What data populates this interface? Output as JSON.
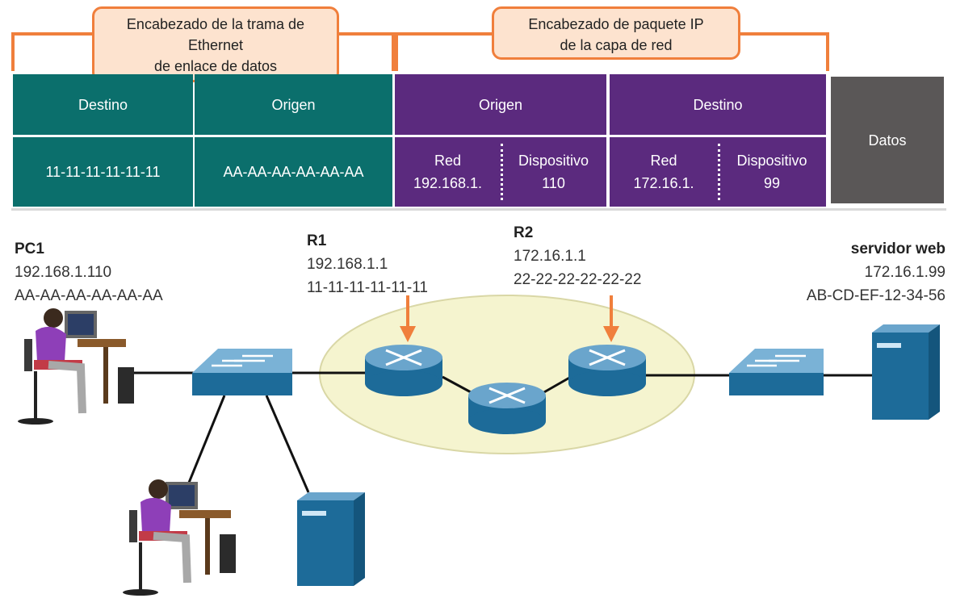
{
  "callouts": {
    "ethernet": "Encabezado de la trama de\nEthernet\nde enlace de datos",
    "ip": "Encabezado de paquete IP\nde la capa de red"
  },
  "table": {
    "eth_dest_header": "Destino",
    "eth_src_header": "Origen",
    "ip_src_header": "Origen",
    "ip_dest_header": "Destino",
    "data": "Datos",
    "eth_dest_value": "11-11-11-11-11-11",
    "eth_src_value": "AA-AA-AA-AA-AA-AA",
    "ip_src": {
      "net_label": "Red",
      "net_value": "192.168.1.",
      "dev_label": "Dispositivo",
      "dev_value": "110"
    },
    "ip_dest": {
      "net_label": "Red",
      "net_value": "172.16.1.",
      "dev_label": "Dispositivo",
      "dev_value": "99"
    }
  },
  "devices": {
    "pc1": {
      "name": "PC1",
      "ip": "192.168.1.110",
      "mac": "AA-AA-AA-AA-AA-AA"
    },
    "r1": {
      "name": "R1",
      "ip": "192.168.1.1",
      "mac": "11-11-11-11-11-11"
    },
    "r2": {
      "name": "R2",
      "ip": "172.16.1.1",
      "mac": "22-22-22-22-22-22"
    },
    "server": {
      "name": "servidor web",
      "ip": "172.16.1.99",
      "mac": "AB-CD-EF-12-34-56"
    }
  },
  "colors": {
    "orange": "#f07f3c",
    "teal": "#0b6f6c",
    "purple": "#5b2a7e",
    "gray": "#5a5757",
    "cloud": "#f5f4cf",
    "device_blue": "#1f6f9d"
  }
}
